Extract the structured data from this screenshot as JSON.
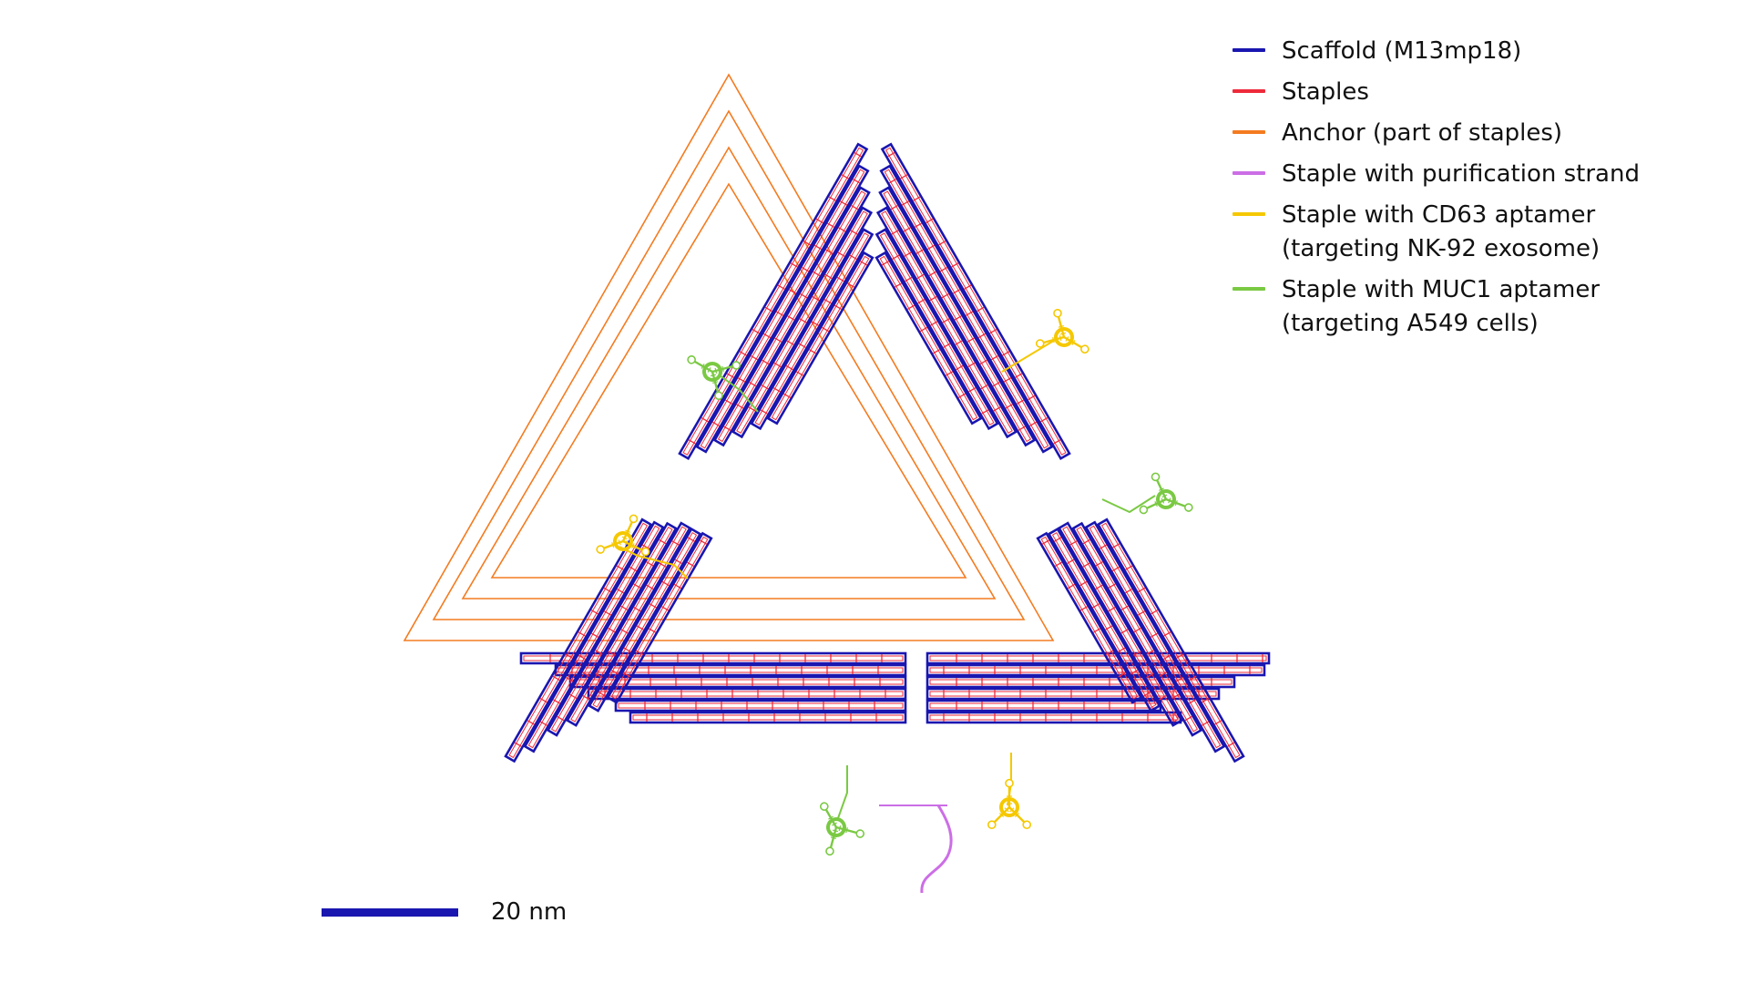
{
  "legend": [
    {
      "label": "Scaffold (M13mp18)",
      "color": "#1a16b0"
    },
    {
      "label": "Staples",
      "color": "#ee2a3a"
    },
    {
      "label": "Anchor (part of staples)",
      "color": "#f47b20"
    },
    {
      "label": "Staple with purification strand",
      "color": "#cc6ee6"
    },
    {
      "label": "Staple with CD63 aptamer\n(targeting NK-92 exosome)",
      "color": "#f5c800"
    },
    {
      "label": "Staple with MUC1 aptamer\n(targeting A549 cells)",
      "color": "#7ac943"
    }
  ],
  "scale_bar": {
    "label": "20 nm",
    "color": "#1a16b0"
  },
  "colors": {
    "scaffold": "#1a16b0",
    "staples": "#ee2a3a",
    "anchor": "#f47b20",
    "purification": "#cc6ee6",
    "cd63": "#f5c800",
    "muc1": "#7ac943"
  },
  "structure": {
    "shape": "triangular DNA origami",
    "segments_per_side": 2,
    "helices_per_segment": 6,
    "aptamers": {
      "cd63_count": 3,
      "muc1_count": 3,
      "purification_strand_count": 1
    }
  }
}
